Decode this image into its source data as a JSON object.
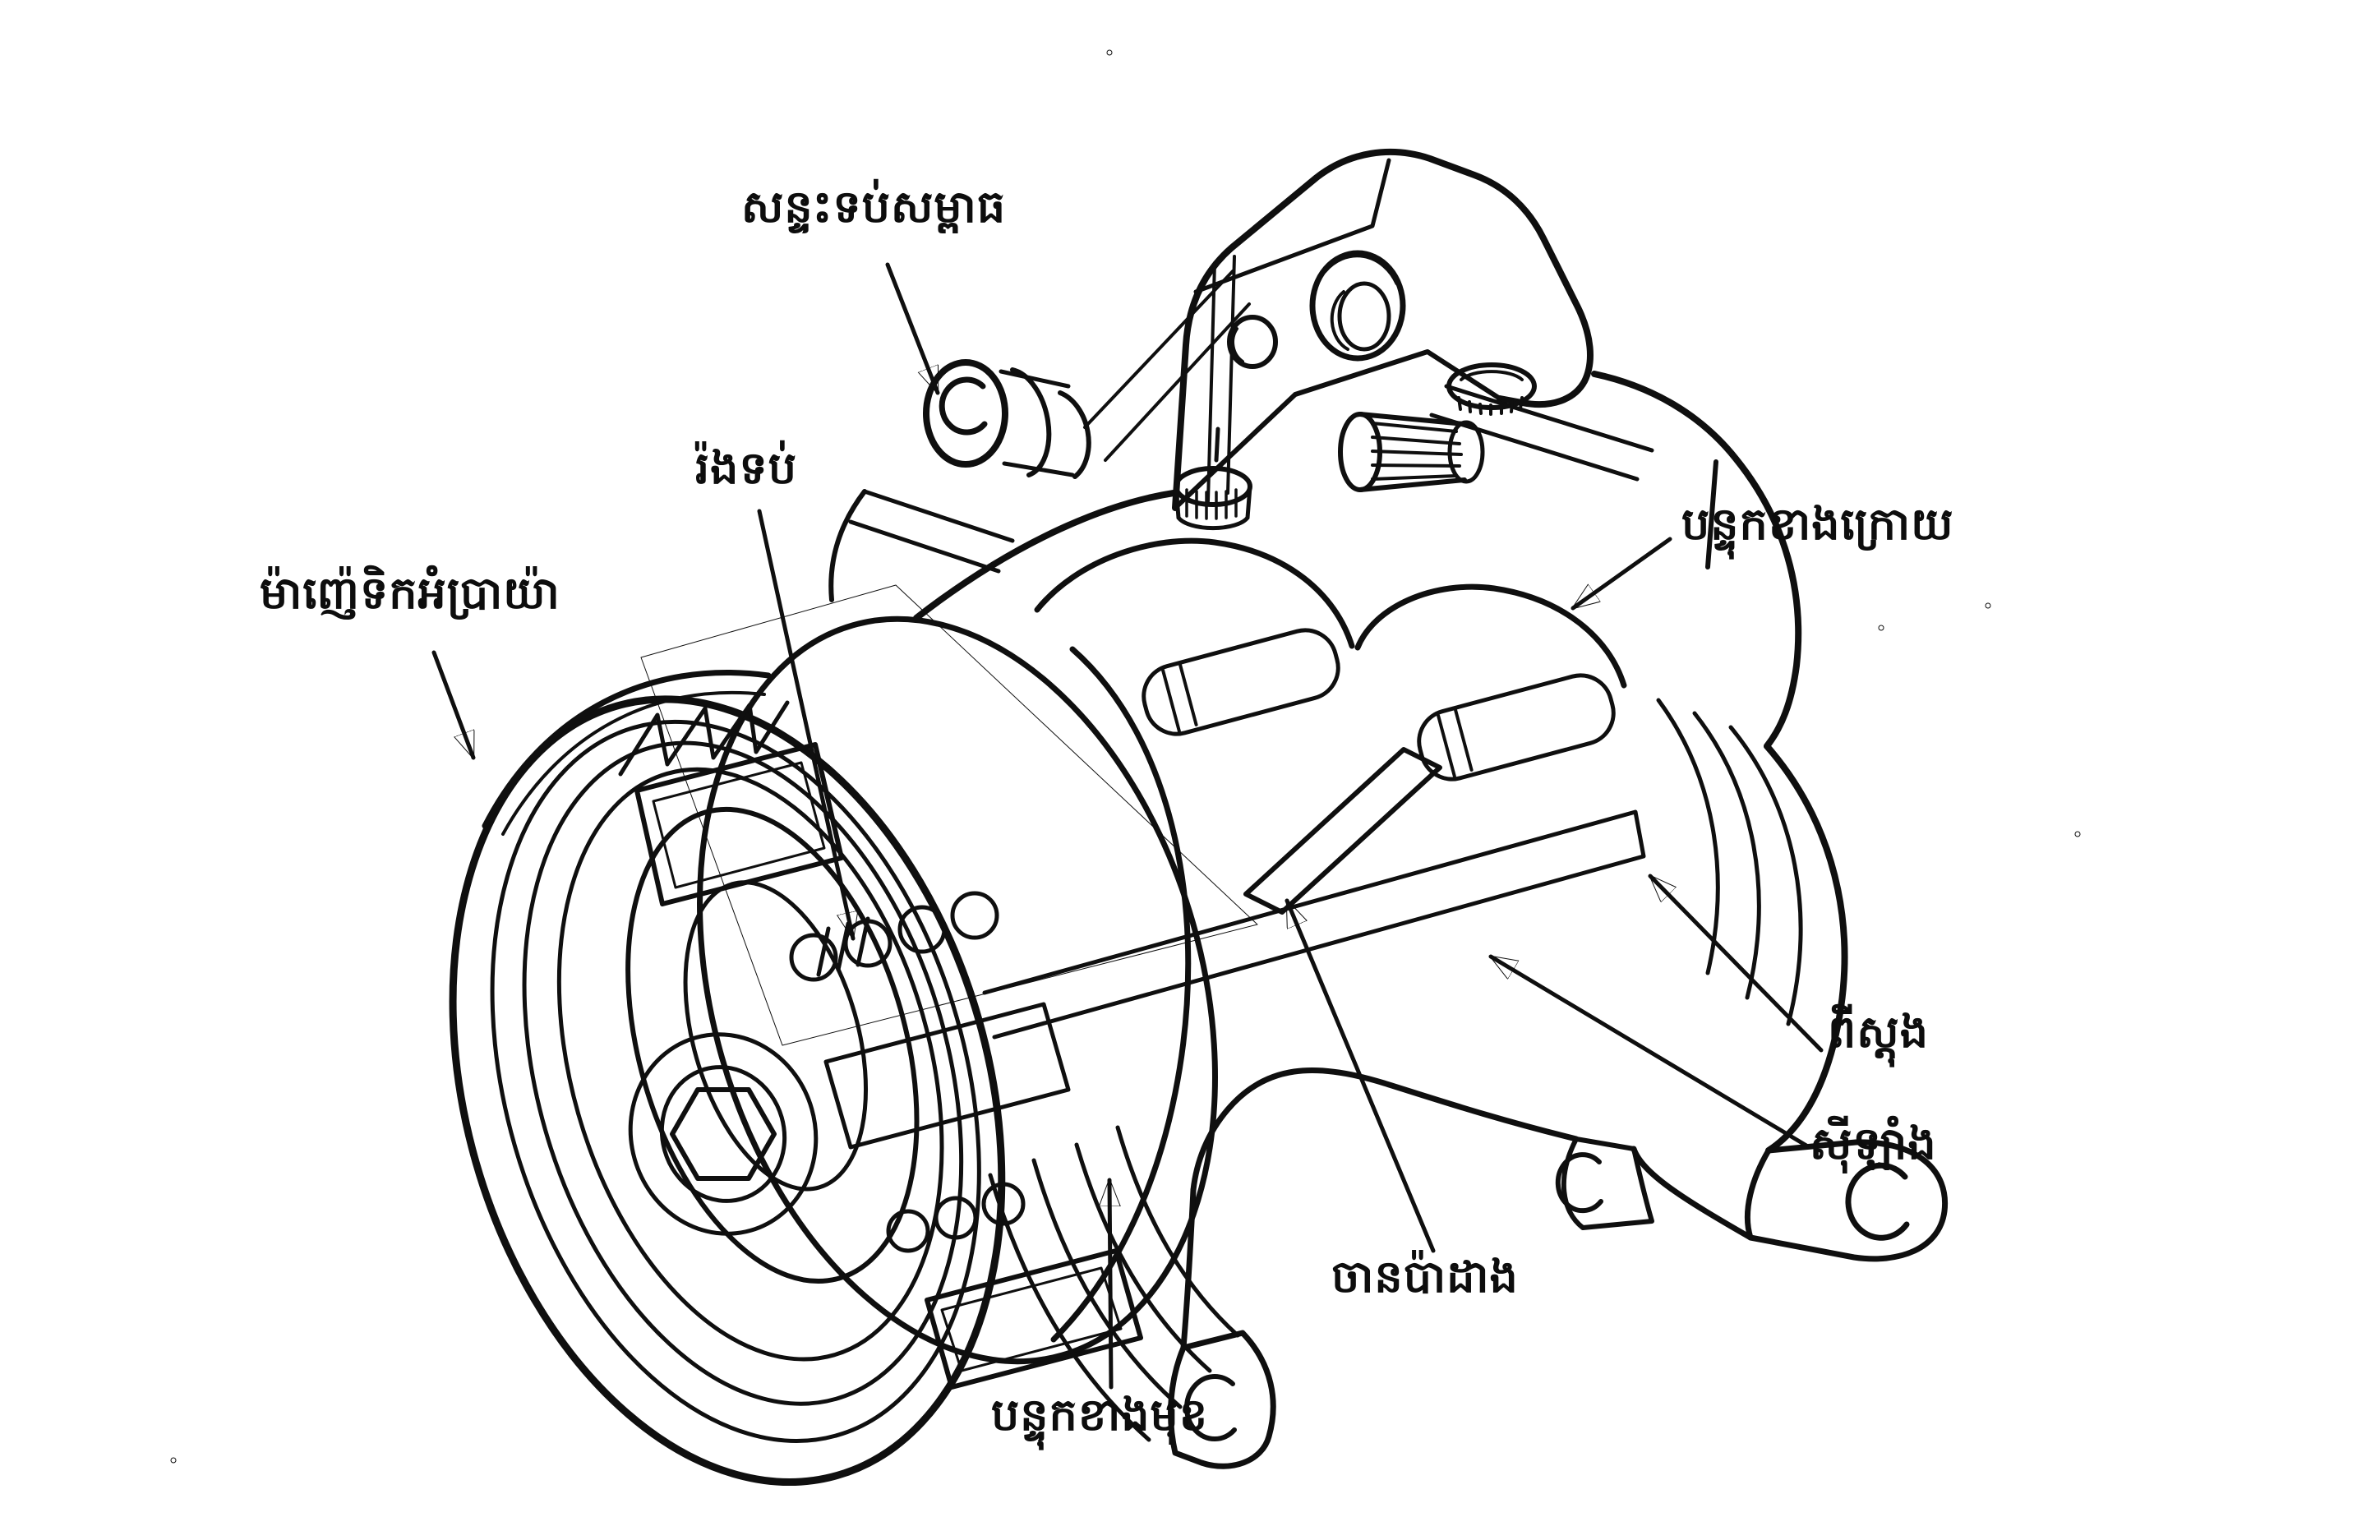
{
  "figure": {
    "background": "#ffffff",
    "ink": "#0f0f0f"
  },
  "labels": [
    {
      "id": "pressure-relief-valve",
      "text": "សន្ទះទប់សម្ពាធ"
    },
    {
      "id": "retaining-ring",
      "text": "រ៉ងទប់"
    },
    {
      "id": "magnetic-clutch",
      "text": "ម៉ាញ៉េទិកអំប្រាយ៉ា"
    },
    {
      "id": "rear-housing",
      "text": "បន្ទុកខាងក្រោយ"
    },
    {
      "id": "piston",
      "text": "ពីស្តុង"
    },
    {
      "id": "cylinder",
      "text": "ស៊ីឡាំង"
    },
    {
      "id": "swash-plate",
      "text": "ចានប៉ាដាង"
    },
    {
      "id": "front-housing",
      "text": "បន្ទុកខាងមុខ"
    }
  ]
}
